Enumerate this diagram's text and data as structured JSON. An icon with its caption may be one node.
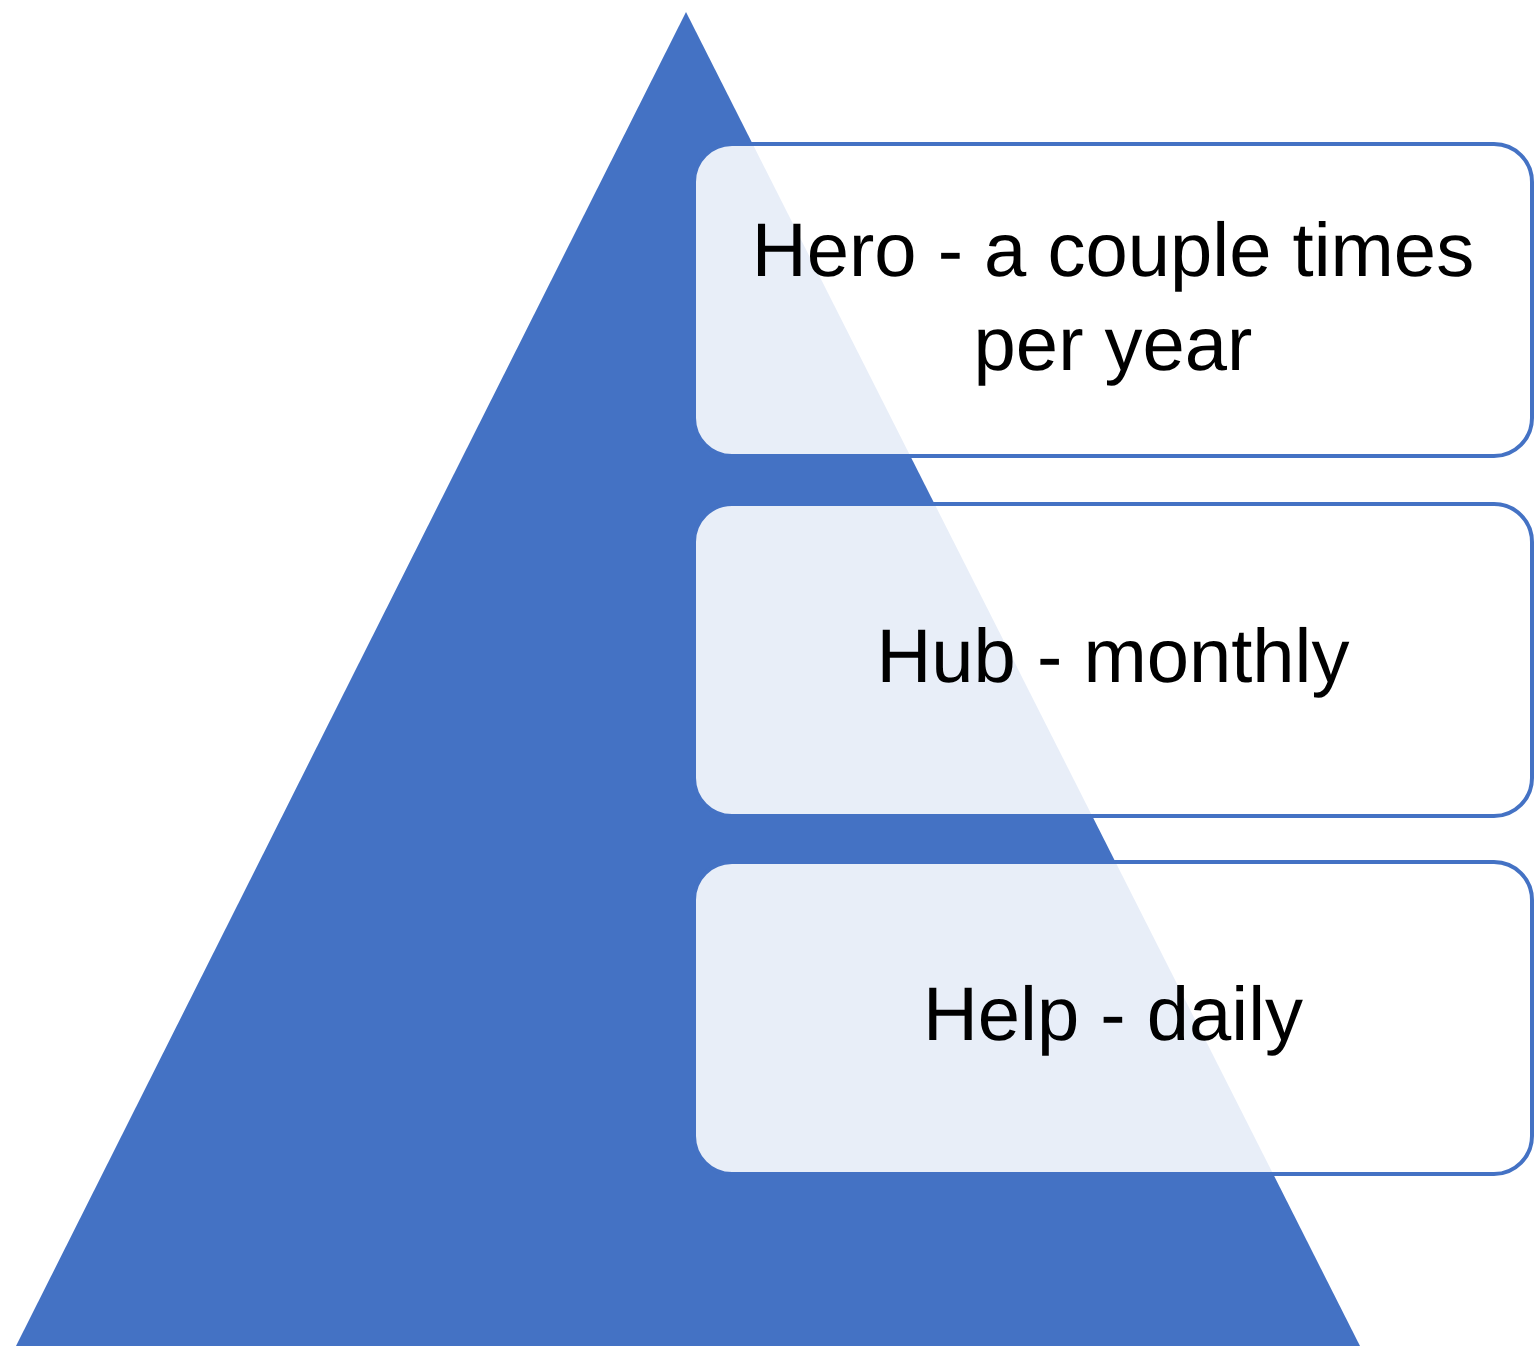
{
  "diagram": {
    "nodes": [
      {
        "text": [],
        "shape": "triangle"
      },
      {
        "text": [
          "Hero - a couple times per year"
        ]
      },
      {
        "text": [
          "Hub - monthly"
        ]
      },
      {
        "text": [
          "Help - daily"
        ]
      }
    ]
  }
}
